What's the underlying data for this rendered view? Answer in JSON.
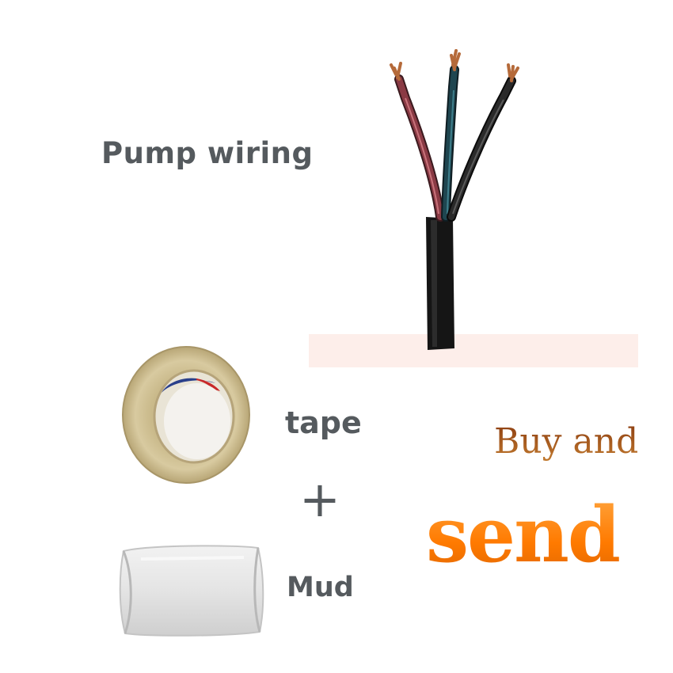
{
  "labels": {
    "pump_wiring": "Pump wiring",
    "tape": "tape",
    "plus": "+",
    "mud": "Mud",
    "buy_and": "Buy and",
    "send": "send"
  },
  "colors": {
    "label_gray": "#555a5e",
    "buy_brown": "#a05a1c",
    "send_orange": "#ff7a00",
    "strip_pink": "#fdeeea"
  },
  "images": {
    "cable": "three-core-cable-photo",
    "tape": "transparent-tape-roll-photo",
    "mud": "white-sealing-mud-roll-photo"
  }
}
